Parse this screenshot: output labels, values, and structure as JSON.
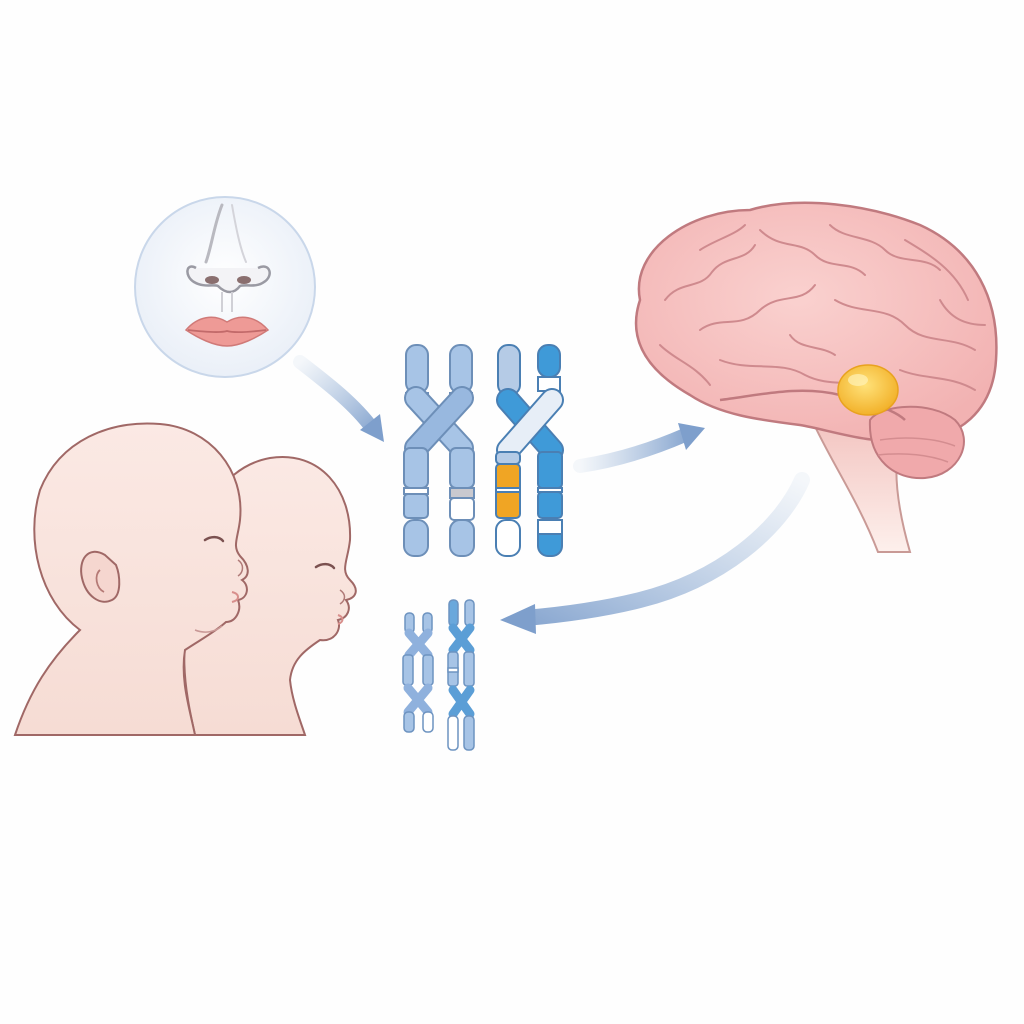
{
  "diagram": {
    "elements": [
      {
        "id": "face-closeup",
        "icon": "nose-and-lips-icon"
      },
      {
        "id": "infant-heads",
        "icon": "infant-profile-icon"
      },
      {
        "id": "chromosome-pair-large",
        "icon": "chromosome-icon"
      },
      {
        "id": "chromosome-pair-small",
        "icon": "chromosome-icon"
      },
      {
        "id": "brain",
        "icon": "brain-icon"
      }
    ],
    "connections": [
      {
        "from": "face-closeup",
        "to": "chromosome-pair-large"
      },
      {
        "from": "chromosome-pair-large",
        "to": "brain"
      },
      {
        "from": "brain",
        "to": "chromosome-pair-small"
      }
    ],
    "highlighted_region": "amygdala-highlight",
    "colors": {
      "background": "#fefefe",
      "skin": "#f8e2dc",
      "skin_outline": "#a06866",
      "brain_fill": "#f4b6b6",
      "brain_outline": "#c07a7f",
      "chromosome_light": "#9dbde3",
      "chromosome_bright": "#3f9ad8",
      "chromosome_highlight": "#f0a524",
      "arrow": "#9bb6d8",
      "brain_highlight": "#f2c037",
      "lips": "#ee9a96"
    }
  }
}
